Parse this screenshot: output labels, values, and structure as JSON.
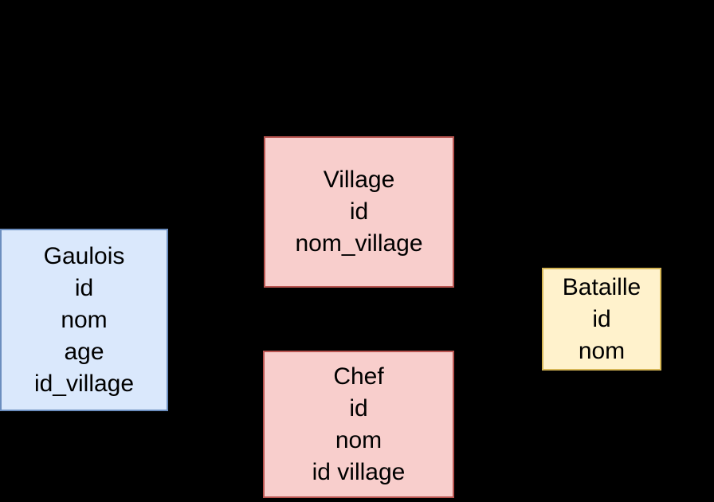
{
  "diagram": {
    "background": "#000000",
    "text_color": "#000000",
    "entities": [
      {
        "id": "gaulois",
        "title": "Gaulois",
        "fields": [
          "id",
          "nom",
          "age",
          "id_village"
        ],
        "fill": "#dae8fc",
        "stroke": "#6c8ebf"
      },
      {
        "id": "village",
        "title": "Village",
        "fields": [
          "id",
          "nom_village"
        ],
        "fill": "#f8cecc",
        "stroke": "#b85450"
      },
      {
        "id": "chef",
        "title": "Chef",
        "fields": [
          "id",
          "nom",
          "id village"
        ],
        "fill": "#f8cecc",
        "stroke": "#b85450"
      },
      {
        "id": "bataille",
        "title": "Bataille",
        "fields": [
          "id",
          "nom"
        ],
        "fill": "#fff2cc",
        "stroke": "#d6b656"
      }
    ]
  }
}
